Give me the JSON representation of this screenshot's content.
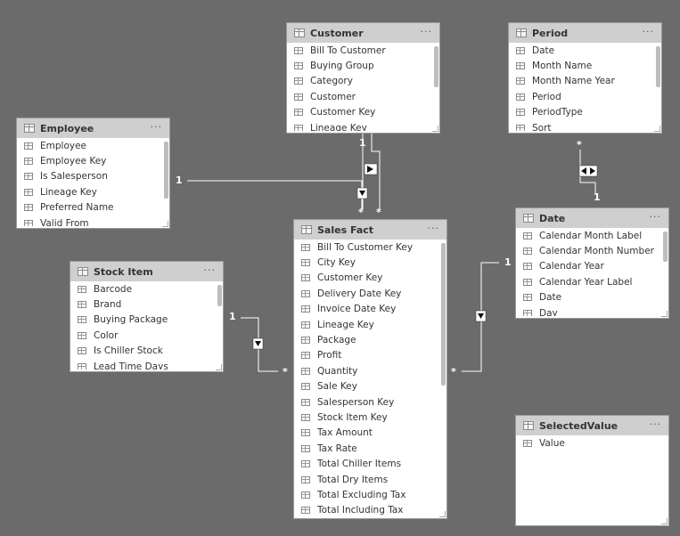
{
  "colors": {
    "canvas": "#6b6b6b",
    "header": "#cfcfcf",
    "line": "#ffffff"
  },
  "tables": {
    "customer": {
      "title": "Customer",
      "more": "···",
      "fields": [
        "Bill To Customer",
        "Buying Group",
        "Category",
        "Customer",
        "Customer Key",
        "Lineage Key"
      ]
    },
    "period": {
      "title": "Period",
      "more": "···",
      "fields": [
        "Date",
        "Month Name",
        "Month Name Year",
        "Period",
        "PeriodType",
        "Sort"
      ]
    },
    "employee": {
      "title": "Employee",
      "more": "···",
      "fields": [
        "Employee",
        "Employee Key",
        "Is Salesperson",
        "Lineage Key",
        "Preferred Name",
        "Valid From"
      ]
    },
    "sales_fact": {
      "title": "Sales Fact",
      "more": "···",
      "fields": [
        "Bill To Customer Key",
        "City Key",
        "Customer Key",
        "Delivery Date Key",
        "Invoice Date Key",
        "Lineage Key",
        "Package",
        "Profit",
        "Quantity",
        "Sale Key",
        "Salesperson Key",
        "Stock Item Key",
        "Tax Amount",
        "Tax Rate",
        "Total Chiller Items",
        "Total Dry Items",
        "Total Excluding Tax",
        "Total Including Tax"
      ]
    },
    "date": {
      "title": "Date",
      "more": "···",
      "fields": [
        "Calendar Month Label",
        "Calendar Month Number",
        "Calendar Year",
        "Calendar Year Label",
        "Date",
        "Day"
      ]
    },
    "stock_item": {
      "title": "Stock Item",
      "more": "···",
      "fields": [
        "Barcode",
        "Brand",
        "Buying Package",
        "Color",
        "Is Chiller Stock",
        "Lead Time Days"
      ]
    },
    "selected_value": {
      "title": "SelectedValue",
      "more": "···",
      "fields": [
        "Value"
      ]
    }
  },
  "relationships": {
    "customer_sales": {
      "one": "1",
      "many": "*"
    },
    "employee_sales": {
      "one": "1",
      "many": "*"
    },
    "stock_sales": {
      "one": "1",
      "many": "*"
    },
    "date_sales": {
      "one": "1",
      "many": "*"
    },
    "period_date": {
      "one": "1",
      "many": "*"
    }
  }
}
